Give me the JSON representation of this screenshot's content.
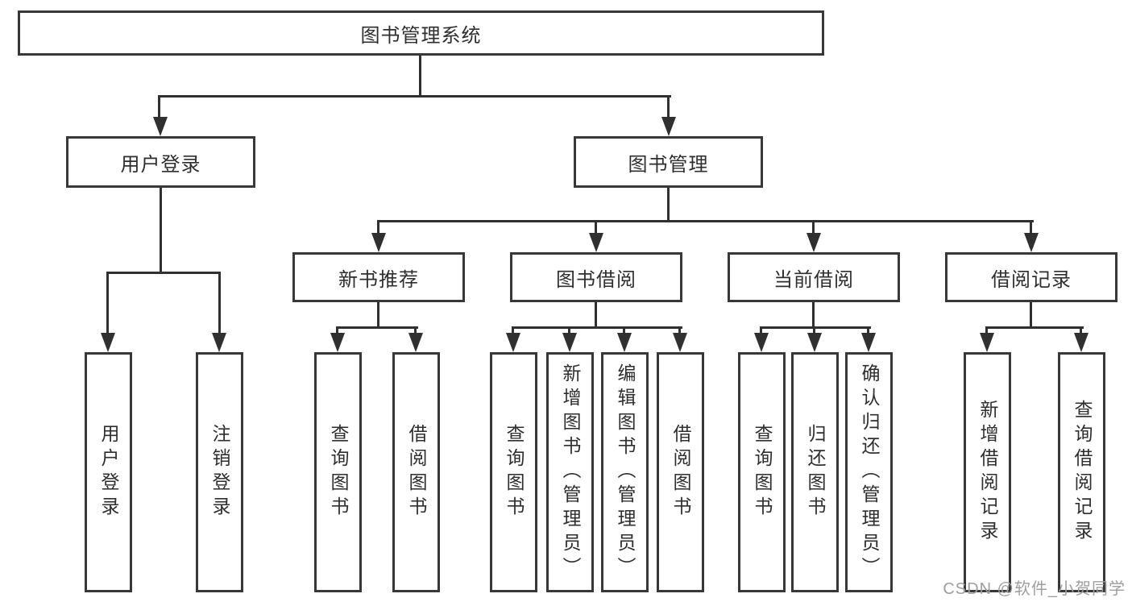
{
  "nodes": {
    "root": {
      "label": "图书管理系统"
    },
    "level2": [
      {
        "label": "用户登录"
      },
      {
        "label": "图书管理"
      }
    ],
    "level3": [
      {
        "label": "新书推荐"
      },
      {
        "label": "图书借阅"
      },
      {
        "label": "当前借阅"
      },
      {
        "label": "借阅记录"
      }
    ],
    "leaves": [
      {
        "label": "用户登录"
      },
      {
        "label": "注销登录"
      },
      {
        "label": "查询图书"
      },
      {
        "label": "借阅图书"
      },
      {
        "label": "查询图书"
      },
      {
        "label": "新增图书（管理员）"
      },
      {
        "label": "编辑图书（管理员）"
      },
      {
        "label": "借阅图书"
      },
      {
        "label": "查询图书"
      },
      {
        "label": "归还图书"
      },
      {
        "label": "确认归还（管理员）"
      },
      {
        "label": "新增借阅记录"
      },
      {
        "label": "查询借阅记录"
      }
    ]
  },
  "watermark": {
    "text": "CSDN @软件_小贺同学"
  },
  "colors": {
    "line": "#303030",
    "box_border": "#383838",
    "text": "#2e2e2e",
    "watermark": "#9e9e9e",
    "background": "#ffffff"
  }
}
